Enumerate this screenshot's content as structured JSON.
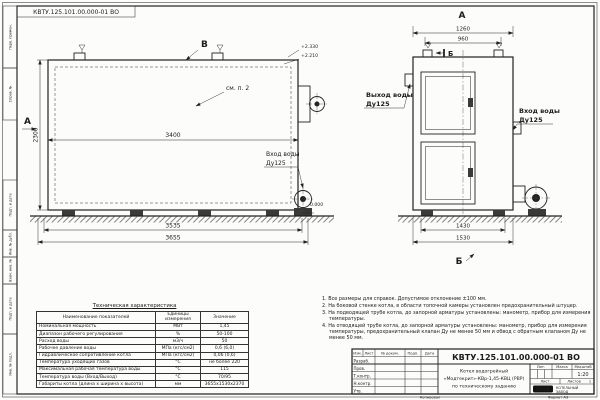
{
  "frame": {
    "doc_number_top": "КВТУ.125.101.00.000-01 ВО",
    "copy_note": "Копировал",
    "format_note": "Формат А3",
    "side_labels": [
      "Перв. примен.",
      "Справ. №",
      "Подп. и дата",
      "Инв. № дубл.",
      "Взам. инв. №",
      "Подп. и дата",
      "Инв. № подл."
    ]
  },
  "left_view": {
    "view_label": "В",
    "arrow_label": "А",
    "callout": "см. п. 2",
    "dim_width": "3400",
    "dim_height": "2300",
    "dim_base": "3535",
    "dim_overall": "3655",
    "level_1": "+2.330",
    "level_2": "+2.210",
    "level_zero": "0.000",
    "inlet_line1": "Вход воды",
    "inlet_line2": "Ду125"
  },
  "front_view": {
    "view_label": "А",
    "section_label": "Б",
    "view_dir_label": "Б",
    "dim_top_outer": "1260",
    "dim_top_inner": "960",
    "dim_bottom_inner": "1430",
    "dim_bottom_outer": "1530",
    "outlet_line1": "Выход воды",
    "outlet_line2": "Ду125",
    "inlet_line1": "Вход воды",
    "inlet_line2": "Ду125"
  },
  "notes": [
    "1.  Все размеры для справок. Допустимое отклонение ±100 мм.",
    "2.  На боковой стенке котла, в области топочной камеры установлен предохранительный штуцер.",
    "3.  На подводящей трубе котла, до запорной арматуры установлены: манометр, прибор для измерения температуры.",
    "4.  На отводящей трубе котла, до запорной арматуры установлены: манометр, прибор для измерения температуры, предохранительный клапан Ду не менее 50 мм и обвод с обратным клапаном Ду не менее 50 мм."
  ],
  "spec": {
    "title": "Техническая характеристика",
    "col1": "Наименование показателей",
    "col2": "Единицы измерения",
    "col3": "Значение",
    "rows": [
      {
        "name": "Номинальная мощность",
        "unit": "МВт",
        "value": "1,45"
      },
      {
        "name": "Диапазон рабочего регулирования",
        "unit": "%",
        "value": "50-100"
      },
      {
        "name": "Расход воды",
        "unit": "м3/ч",
        "value": "50"
      },
      {
        "name": "Рабочее давление воды",
        "unit": "МПа (кгс/см2)",
        "value": "0,6 (6,0)"
      },
      {
        "name": "Гидравлическое сопротивление котла",
        "unit": "МПа (кгс/см2)",
        "value": "0,06 (0,6)"
      },
      {
        "name": "Температура уходящих газов",
        "unit": "°С",
        "value": "не более 220"
      },
      {
        "name": "Максимальная рабочая температура воды",
        "unit": "°С",
        "value": "115"
      },
      {
        "name": "Температура воды (Вход/Выход)",
        "unit": "°С",
        "value": "70/95"
      },
      {
        "name": "Габариты котла (длина х ширина х высота)",
        "unit": "мм",
        "value": "3655х1530х2370"
      }
    ]
  },
  "title_block": {
    "doc_number": "КВТУ.125.101.00.000-01 ВО",
    "product_line1": "Котел водогрейный",
    "product_line2": "«Модтекрит»-КВр-1,45-КВЦ (РВР)",
    "product_line3": "по техническому заданию",
    "header_cols": [
      "Изм.",
      "Лист",
      "№ докум.",
      "Подп.",
      "Дата"
    ],
    "row_labels": [
      "Разраб.",
      "Пров.",
      "Т.контр.",
      "Н.контр.",
      "Утв."
    ],
    "lit_label": "Лит.",
    "mass_label": "Масса",
    "scale_label": "Масштаб",
    "scale_value": "1:20",
    "sheet_label": "Лист",
    "sheets_label": "Листов",
    "sheets_value": "1",
    "logo_text": "KVZR",
    "company_line1": "КОТЕЛЬНЫЙ",
    "company_line2": "ЗАВОД"
  }
}
